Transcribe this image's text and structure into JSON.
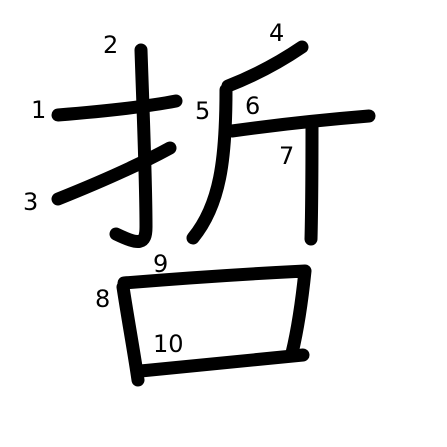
{
  "character": {
    "colors": {
      "background": "#ffffff",
      "stroke": "#000000",
      "label": "#000000"
    },
    "stroke_numbers": [
      "1",
      "2",
      "3",
      "4",
      "5",
      "6",
      "7",
      "8",
      "9",
      "10"
    ]
  }
}
